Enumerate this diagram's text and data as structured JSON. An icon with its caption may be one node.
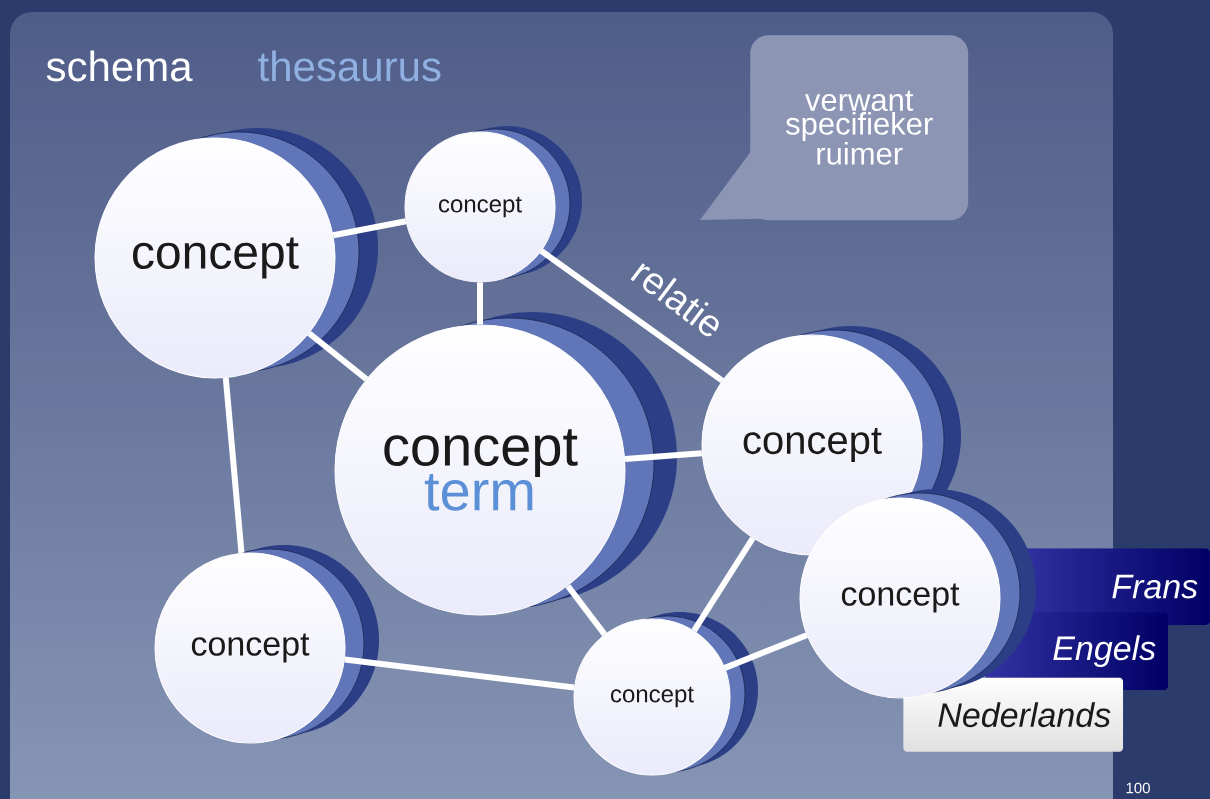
{
  "diagram": {
    "title": "schema",
    "nodes": [
      {
        "text": [
          "concept"
        ]
      },
      {
        "text": [
          "concept"
        ]
      },
      {
        "text": [
          "concept",
          "term"
        ]
      },
      {
        "text": [
          "concept"
        ]
      },
      {
        "text": [
          "concept"
        ]
      },
      {
        "text": [
          "concept"
        ]
      },
      {
        "text": [
          "concept"
        ]
      },
      {
        "text": [
          "Frans"
        ]
      },
      {
        "text": [
          "Engels"
        ]
      },
      {
        "text": [
          "Nederlands"
        ]
      },
      {
        "text": [
          "verwant specifieker ruimer"
        ]
      }
    ],
    "edges": [
      {
        "from": 0,
        "to": 1,
        "arrow": "none"
      },
      {
        "from": 0,
        "to": 2,
        "arrow": "none"
      },
      {
        "from": 0,
        "to": 4,
        "arrow": "none"
      },
      {
        "from": 1,
        "to": 2,
        "arrow": "none"
      },
      {
        "from": 1,
        "to": 3,
        "arrow": "none",
        "label": "relatie"
      },
      {
        "from": 2,
        "to": 3,
        "arrow": "none"
      },
      {
        "from": 2,
        "to": 5,
        "arrow": "none"
      },
      {
        "from": 3,
        "to": 5,
        "arrow": "none"
      },
      {
        "from": 4,
        "to": 5,
        "arrow": "none"
      },
      {
        "from": 6,
        "to": 5,
        "arrow": "none"
      }
    ],
    "labels": [
      "thesaurus",
      "100"
    ]
  }
}
